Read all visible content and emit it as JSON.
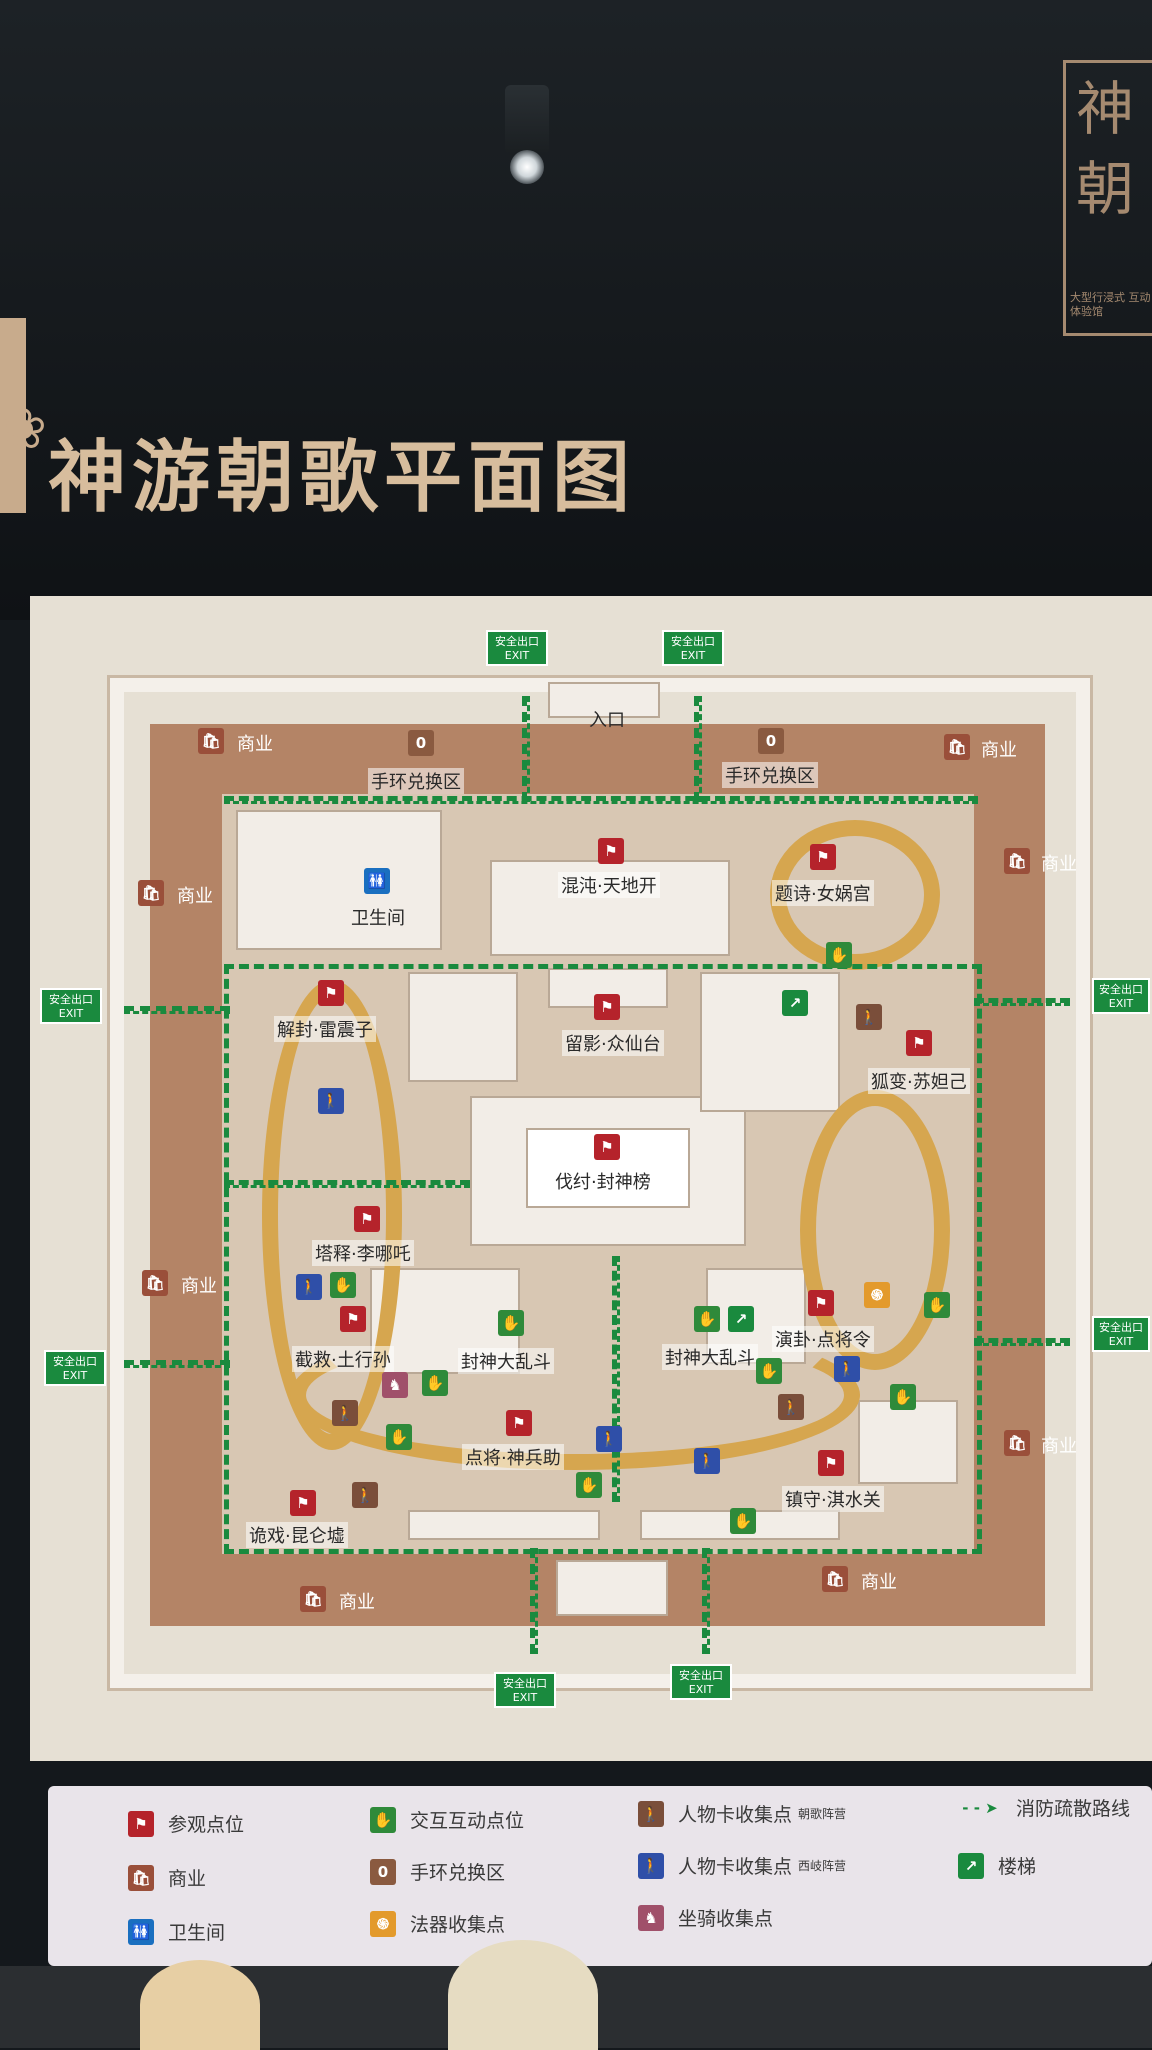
{
  "seal": {
    "title": "神朝",
    "subtitle": "大型行浸式 互动体验馆"
  },
  "title": "神游朝歌平面图",
  "exit_text": "安全出口",
  "exit_sub": "EXIT",
  "entrance": "入口",
  "zones": {
    "biz_tl": "商业",
    "biz_tr": "商业",
    "biz_l1": "商业",
    "biz_r1": "商业",
    "biz_l2": "商业",
    "biz_r2": "商业",
    "biz_bl": "商业",
    "biz_br": "商业",
    "swap_l": "手环兑换区",
    "swap_r": "手环兑换区",
    "wc": "卫生间"
  },
  "spots": {
    "s1": "混沌·天地开",
    "s2": "题诗·女娲宫",
    "s3": "解封·雷震子",
    "s4": "留影·众仙台",
    "s5": "狐变·苏妲己",
    "s6": "伐纣·封神榜",
    "s7": "塔释·李哪吒",
    "s8": "截救·土行孙",
    "s9": "封神大乱斗",
    "s10": "封神大乱斗",
    "s11": "演卦·点将令",
    "s12": "点将·神兵助",
    "s13": "镇守·淇水关",
    "s14": "诡戏·昆仑墟"
  },
  "legend": [
    {
      "label": "参观点位",
      "icon": "flag-icon",
      "color": "#b5232b"
    },
    {
      "label": "商业",
      "icon": "shop-icon",
      "color": "#9a4f3a"
    },
    {
      "label": "卫生间",
      "icon": "restroom-icon",
      "color": "#1a6fc0"
    },
    {
      "label": "交互互动点位",
      "icon": "hand-icon",
      "color": "#2f8a3a"
    },
    {
      "label": "手环兑换区",
      "icon": "bracelet-icon",
      "color": "#8a5a40"
    },
    {
      "label": "法器收集点",
      "icon": "artifact-icon",
      "color": "#e39a2c"
    },
    {
      "label": "人物卡收集点",
      "note": "朝歌阵营",
      "icon": "character-icon",
      "color": "#7a4e3a"
    },
    {
      "label": "人物卡收集点",
      "note": "西岐阵营",
      "icon": "character-icon",
      "color": "#2f4fa8"
    },
    {
      "label": "坐骑收集点",
      "icon": "mount-icon",
      "color": "#a0506a"
    },
    {
      "label": "消防疏散路线",
      "icon": "route-icon",
      "color": "#1a8a3e"
    },
    {
      "label": "楼梯",
      "icon": "stairs-icon",
      "color": "#1a8a3e"
    }
  ]
}
